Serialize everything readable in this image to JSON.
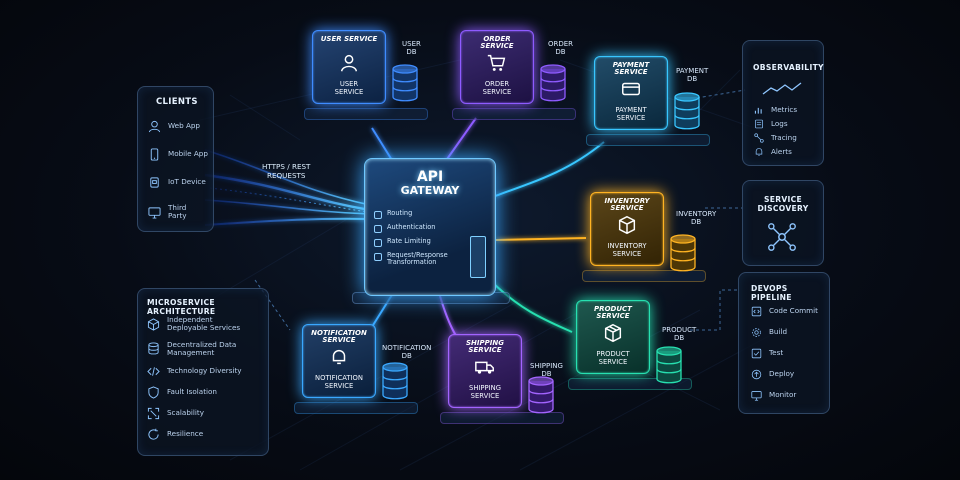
{
  "clients": {
    "title": "CLIENTS",
    "items": [
      {
        "label": "Web App",
        "icon": "user-icon"
      },
      {
        "label": "Mobile App",
        "icon": "mobile-icon"
      },
      {
        "label": "IoT Device",
        "icon": "iot-device-icon"
      },
      {
        "label": "Third Party",
        "icon": "monitor-icon"
      }
    ]
  },
  "requests_label": [
    "HTTPS / REST",
    "REQUESTS"
  ],
  "gateway": {
    "title": [
      "API",
      "GATEWAY"
    ],
    "features": [
      "Routing",
      "Authentication",
      "Rate Limiting",
      "Request/Response Transformation"
    ],
    "color": "#3aa8ff"
  },
  "services": [
    {
      "id": "user",
      "top": "USER SERVICE",
      "label": [
        "USER",
        "SERVICE"
      ],
      "db": [
        "USER",
        "DB"
      ],
      "color": "#3f8cff",
      "bg": "#123466",
      "icon": "user-icon"
    },
    {
      "id": "order",
      "top": "ORDER SERVICE",
      "label": [
        "ORDER",
        "SERVICE"
      ],
      "db": [
        "ORDER",
        "DB"
      ],
      "color": "#8e5bff",
      "bg": "#2c1a66",
      "icon": "cart-icon"
    },
    {
      "id": "payment",
      "top": "PAYMENT SERVICE",
      "label": [
        "PAYMENT",
        "SERVICE"
      ],
      "db": [
        "PAYMENT",
        "DB"
      ],
      "color": "#38c6ff",
      "bg": "#0f3d5c",
      "icon": "credit-card-icon"
    },
    {
      "id": "inventory",
      "top": "INVENTORY SERVICE",
      "label": [
        "INVENTORY",
        "SERVICE"
      ],
      "db": [
        "INVENTORY",
        "DB"
      ],
      "color": "#ffb322",
      "bg": "#4d3606",
      "icon": "box-icon"
    },
    {
      "id": "product",
      "top": "PRODUCT SERVICE",
      "label": [
        "PRODUCT",
        "SERVICE"
      ],
      "db": [
        "PRODUCT",
        "DB"
      ],
      "color": "#27e0b0",
      "bg": "#0c4a40",
      "icon": "package-icon"
    },
    {
      "id": "shipping",
      "top": "SHIPPING SERVICE",
      "label": [
        "SHIPPING",
        "SERVICE"
      ],
      "db": [
        "SHIPPING",
        "DB"
      ],
      "color": "#a364ff",
      "bg": "#33196a",
      "icon": "truck-icon"
    },
    {
      "id": "notification",
      "top": "NOTIFICATION SERVICE",
      "label": [
        "NOTIFICATION",
        "SERVICE"
      ],
      "db": [
        "NOTIFICATION",
        "DB"
      ],
      "color": "#3aa8ff",
      "bg": "#0f2f5a",
      "icon": "bell-icon"
    }
  ],
  "architecture": {
    "title": "MICROSERVICE ARCHITECTURE",
    "items": [
      {
        "label": "Independent Deployable Services",
        "icon": "cube-icon"
      },
      {
        "label": "Decentralized Data Management",
        "icon": "database-icon"
      },
      {
        "label": "Technology Diversity",
        "icon": "code-icon"
      },
      {
        "label": "Fault Isolation",
        "icon": "shield-icon"
      },
      {
        "label": "Scalability",
        "icon": "expand-icon"
      },
      {
        "label": "Resilience",
        "icon": "refresh-icon"
      }
    ]
  },
  "observability": {
    "title": "OBSERVABILITY",
    "items": [
      {
        "label": "Metrics",
        "icon": "metrics-icon"
      },
      {
        "label": "Logs",
        "icon": "logs-icon"
      },
      {
        "label": "Tracing",
        "icon": "tracing-icon"
      },
      {
        "label": "Alerts",
        "icon": "bell-icon"
      }
    ]
  },
  "discovery": {
    "title": [
      "SERVICE",
      "DISCOVERY"
    ],
    "icon": "network-icon"
  },
  "devops": {
    "title": "DEVOPS PIPELINE",
    "items": [
      {
        "label": "Code Commit",
        "icon": "code-icon"
      },
      {
        "label": "Build",
        "icon": "gear-icon"
      },
      {
        "label": "Test",
        "icon": "check-icon"
      },
      {
        "label": "Deploy",
        "icon": "upload-icon"
      },
      {
        "label": "Monitor",
        "icon": "monitor-icon"
      }
    ]
  }
}
